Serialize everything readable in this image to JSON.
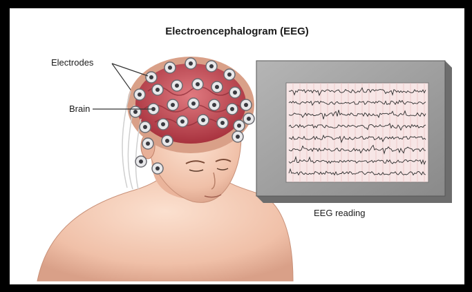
{
  "title": "Electroencephalogram (EEG)",
  "labels": {
    "electrodes": "Electrodes",
    "brain": "Brain",
    "reading": "EEG reading"
  },
  "colors": {
    "frame": "#000000",
    "background": "#ffffff",
    "skin": "#f2c4ad",
    "brain": "#c9505a",
    "monitor": "#9c9c9c",
    "screen": "#f7e6e6",
    "trace": "#2b2b2b"
  },
  "icons": [
    "electrode-icon"
  ]
}
